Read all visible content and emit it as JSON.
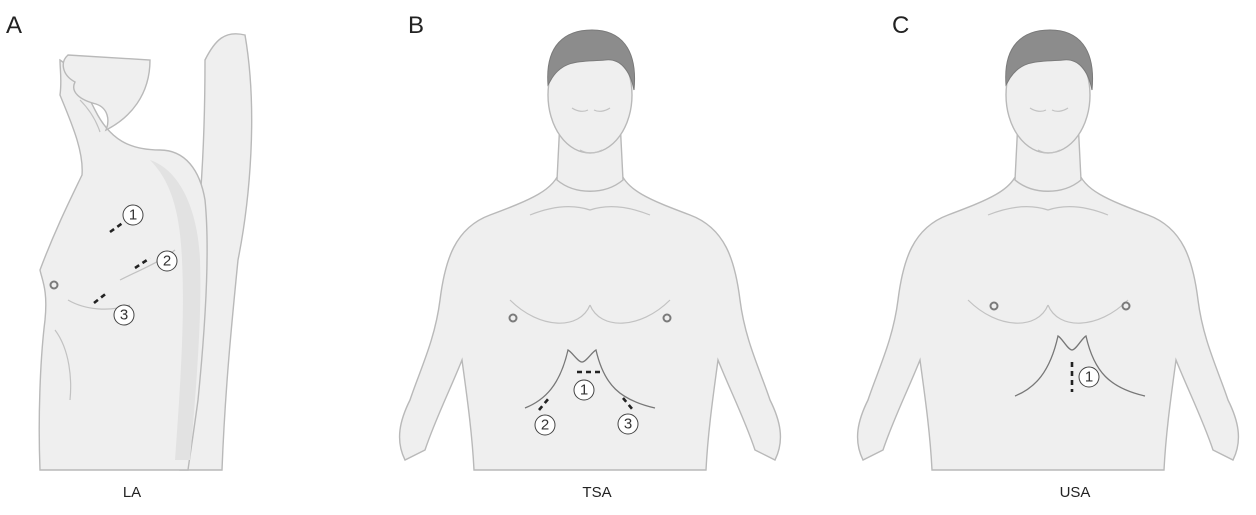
{
  "panels": [
    {
      "letter": "A",
      "caption": "LA",
      "ports": [
        "1",
        "2",
        "3"
      ]
    },
    {
      "letter": "B",
      "caption": "TSA",
      "ports": [
        "1",
        "2",
        "3"
      ]
    },
    {
      "letter": "C",
      "caption": "USA",
      "ports": [
        "1"
      ]
    }
  ]
}
